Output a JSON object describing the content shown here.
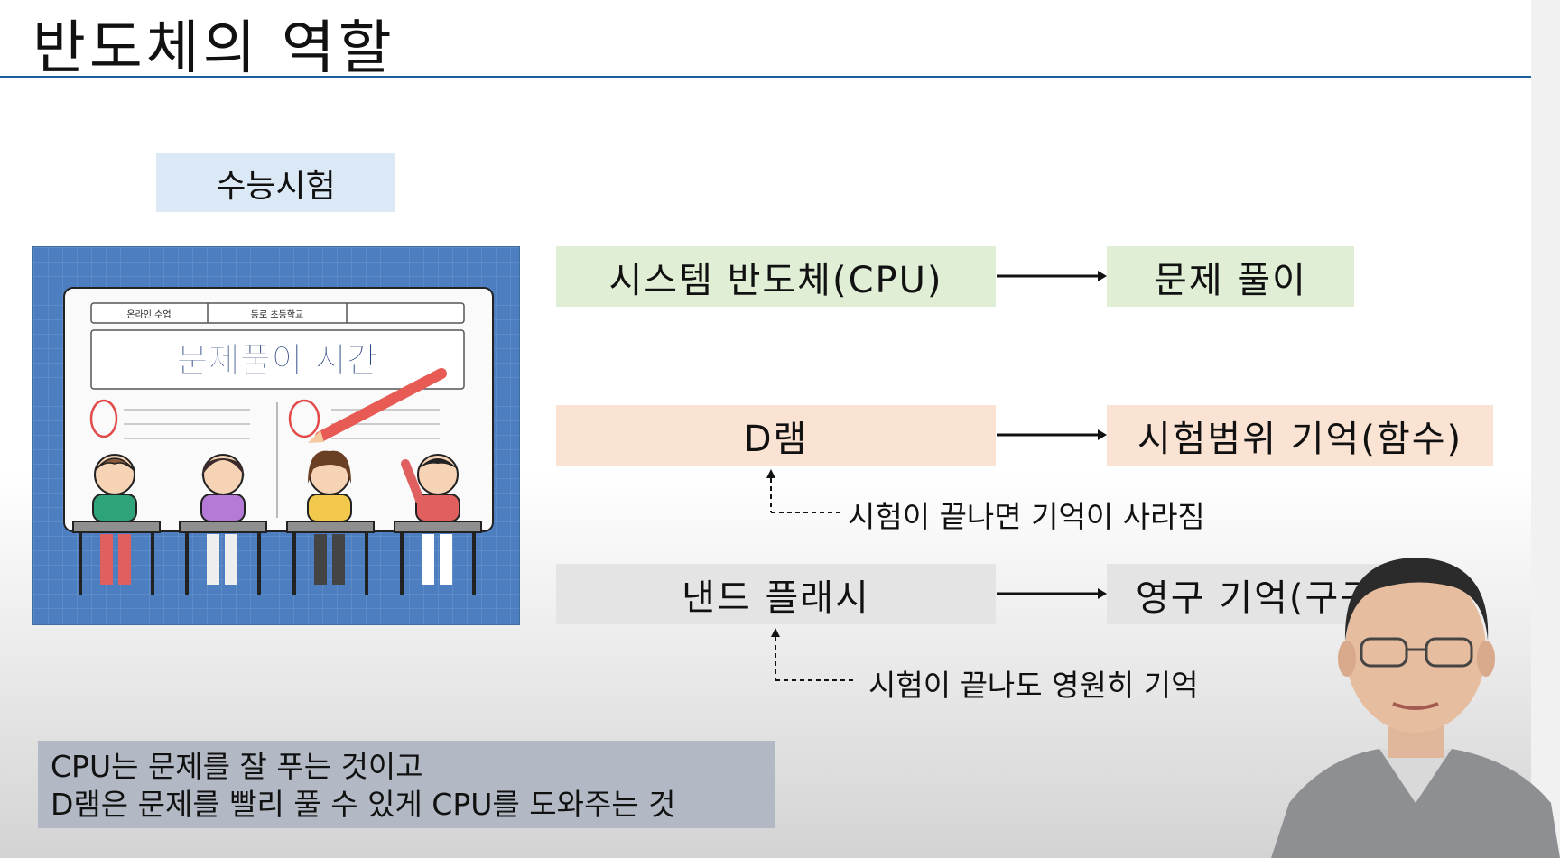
{
  "slide": {
    "title": "반도체의 역할",
    "exam_label": "수능시험"
  },
  "illustration": {
    "header_cells": [
      "온라인 수업",
      "동로 초등학교",
      ""
    ],
    "banner": "문제풀이 시간"
  },
  "rows": [
    {
      "left": "시스템 반도체(CPU)",
      "right": "문제 풀이",
      "color": "#e0eed6"
    },
    {
      "left": "D램",
      "right": "시험범위 기억(함수)",
      "color": "#fbe3d4"
    },
    {
      "left": "낸드 플래시",
      "right": "영구 기억(구구단",
      "color": "#e4e4e4"
    }
  ],
  "notes": {
    "dram": "시험이 끝나면 기억이 사라짐",
    "nand": "시험이 끝나도 영원히 기억"
  },
  "summary": {
    "line1": "CPU는 문제를 잘 푸는 것이고",
    "line2": "D램은 문제를 빨리 풀 수 있게 CPU를 도와주는 것"
  },
  "colors": {
    "title_rule": "#1f5e9e",
    "exam_tag": "#dbe8f5",
    "illustration_bg": "#4d7fc0",
    "summary_bg": "#b3b9c4"
  }
}
